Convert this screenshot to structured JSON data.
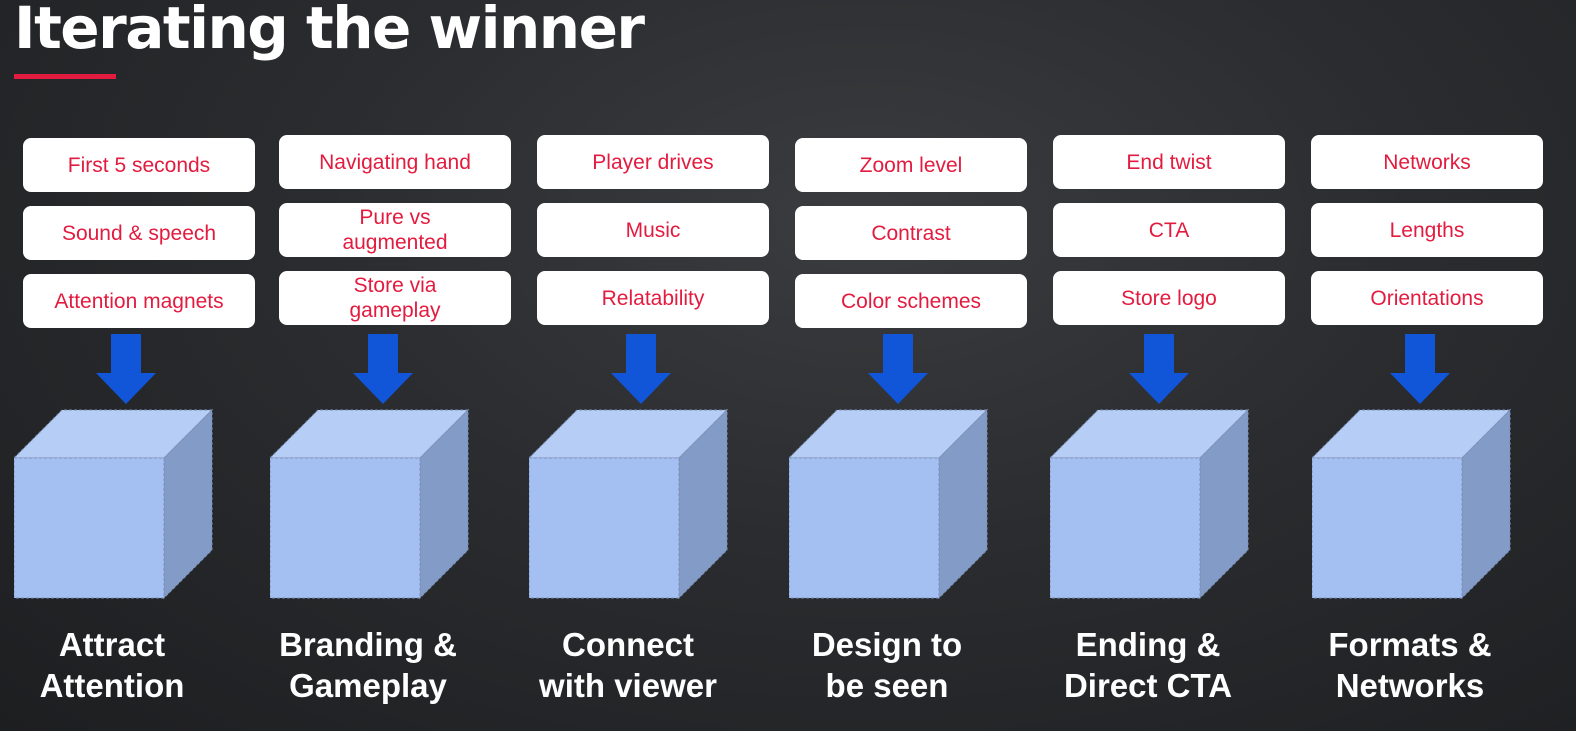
{
  "title": "Iterating the winner",
  "colors": {
    "accent": "#e31b3f",
    "arrow": "#1155d8",
    "cube_front": "#a4c0f2",
    "cube_top": "#b6cdf6",
    "cube_side": "#839bc7",
    "tag_bg": "#ffffff",
    "text": "#ffffff"
  },
  "columns": [
    {
      "tags": [
        "First 5 seconds",
        "Sound & speech",
        "Attention magnets"
      ],
      "label": "Attract\nAttention"
    },
    {
      "tags": [
        "Navigating hand",
        "Pure vs\naugmented",
        "Store via\ngameplay"
      ],
      "label": "Branding &\nGameplay"
    },
    {
      "tags": [
        "Player drives",
        "Music",
        "Relatability"
      ],
      "label": "Connect\nwith viewer"
    },
    {
      "tags": [
        "Zoom level",
        "Contrast",
        "Color schemes"
      ],
      "label": "Design to\nbe seen"
    },
    {
      "tags": [
        "End twist",
        "CTA",
        "Store logo"
      ],
      "label": "Ending &\nDirect CTA"
    },
    {
      "tags": [
        "Networks",
        "Lengths",
        "Orientations"
      ],
      "label": "Formats &\nNetworks"
    }
  ]
}
